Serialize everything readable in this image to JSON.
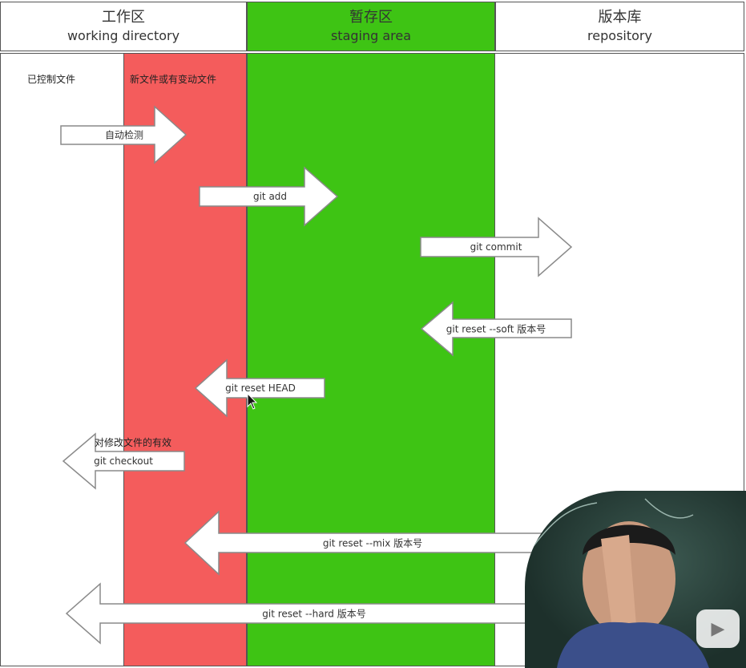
{
  "columns": [
    {
      "zh": "工作区",
      "en": "working directory"
    },
    {
      "zh": "暂存区",
      "en": "staging area"
    },
    {
      "zh": "版本库",
      "en": "repository"
    }
  ],
  "lanes": {
    "tracked_label": "已控制文件",
    "new_label": "新文件或有变动文件"
  },
  "arrows": {
    "auto_detect": "自动检测",
    "git_add": "git add",
    "git_commit": "git commit",
    "reset_soft": "git reset --soft 版本号",
    "reset_head": "git reset HEAD",
    "checkout": "git checkout",
    "reset_mix": "git reset --mix 版本号",
    "reset_hard": "git reset --hard 版本号"
  },
  "notes": {
    "checkout_note": "对修改文件的有效"
  },
  "colors": {
    "red_lane": "#f45c5c",
    "green_lane": "#3ec414",
    "border": "#555555"
  },
  "icons": {
    "play": "play-icon",
    "cursor": "cursor-icon"
  }
}
